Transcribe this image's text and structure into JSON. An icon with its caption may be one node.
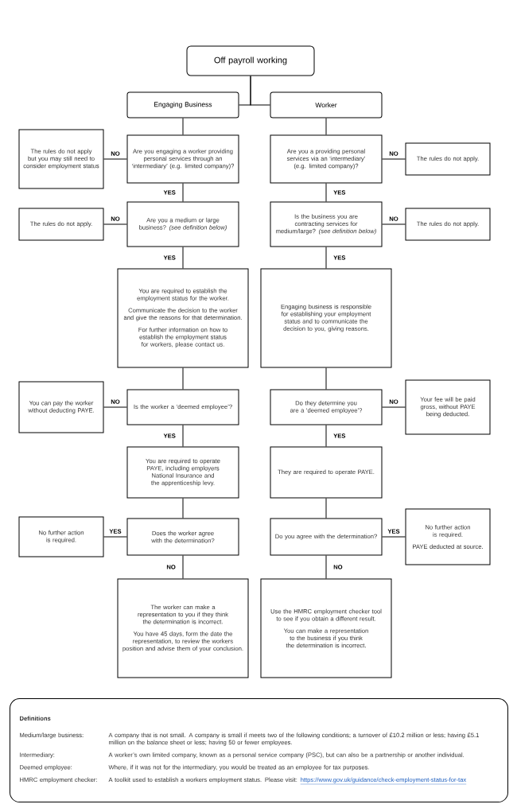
{
  "diagram": {
    "nodes": [
      {
        "text": [
          "Off payroll working"
        ]
      },
      {
        "text": [
          "Engaging Business"
        ]
      },
      {
        "text": [
          "Worker"
        ]
      },
      {
        "text": [
          "The rules do not apply but you may still need to consider employment status"
        ]
      },
      {
        "text": [
          "Are you engaging a worker providing personal services through an ‘intermediary’ (e.g. limited company)?"
        ]
      },
      {
        "text": [
          "Are you a providing personal services via an ‘intermediary’ (e.g. limited company)?"
        ]
      },
      {
        "text": [
          "The rules do not apply."
        ]
      },
      {
        "text": [
          "The rules do not apply."
        ]
      },
      {
        "text": [
          "Are you a medium or large business? *(see definition below)*"
        ]
      },
      {
        "text": [
          "Is the business you are contracting services for medium/large? *(see definition below)*"
        ]
      },
      {
        "text": [
          "The rules do not apply."
        ]
      },
      {
        "text": [
          "You are required to establish the employment status for the worker.",
          "Communicate the decision to the worker and give the reasons for that determination.",
          "For further information on how to establish the employment status for workers, please contact us."
        ]
      },
      {
        "text": [
          "Engaging business is responsible for establishing your employment status and to communicate the decision to you, giving reasons."
        ]
      },
      {
        "text": [
          "You can pay the worker without deducting PAYE."
        ]
      },
      {
        "text": [
          "Is the worker a ‘deemed employee’?"
        ]
      },
      {
        "text": [
          "Do they determine you are a ‘deemed employee’?"
        ]
      },
      {
        "text": [
          "Your fee will be paid gross, without PAYE being deducted."
        ]
      },
      {
        "text": [
          "You are required to operate PAYE, including employers National Insurance and the apprenticeship levy."
        ]
      },
      {
        "text": [
          "They are required to operate PAYE."
        ]
      },
      {
        "text": [
          "No further action is required."
        ]
      },
      {
        "text": [
          "Does the worker agree with the determination?"
        ]
      },
      {
        "text": [
          "Do you agree with the determination?"
        ]
      },
      {
        "text": [
          "No further action is required.",
          "PAYE deducted at source."
        ]
      },
      {
        "text": [
          "The worker can make a representation to you if they think the determination is incorrect.",
          "You have 45 days, form the date the representation, to review the workers position and advise them of your conclusion."
        ]
      },
      {
        "text": [
          "Use the HMRC employment checker tool to see if you obtain a different result.",
          "You can make a representation to the business if you think the determination is incorrect."
        ]
      },
      {
        "text": [
          "Definitions",
          "Medium/large business:",
          "A company that is not small.  A company is small if meets two of the following conditions; a turnover of £10.2 million or less; having £5.1 million on the balance sheet or less; having 50 or fewer employees.",
          "Intermediary:",
          "A worker’s own limited company, known as a personal service company (PSC), but can also be a partnership or another individual.",
          "Deemed employee:",
          "Where, if it was not for the intermediary, you would be treated as an employee for tax purposes.",
          "HMRC employment checker:",
          "A toolkit used to establish a workers employment status.  Please visit:",
          "https://www.gov.uk/guidance/check-employment-status-for-tax"
        ]
      }
    ],
    "edges": [
      {
        "from": 0,
        "to": 1,
        "arrow": "none"
      },
      {
        "from": 0,
        "to": 2,
        "arrow": "none"
      },
      {
        "from": 1,
        "to": 4,
        "arrow": "none"
      },
      {
        "from": 2,
        "to": 5,
        "arrow": "none"
      },
      {
        "from": 4,
        "to": 3,
        "arrow": "none",
        "label": "NO"
      },
      {
        "from": 4,
        "to": 8,
        "arrow": "none",
        "label": "YES"
      },
      {
        "from": 5,
        "to": 6,
        "arrow": "none",
        "label": "NO"
      },
      {
        "from": 5,
        "to": 9,
        "arrow": "none",
        "label": "YES"
      },
      {
        "from": 8,
        "to": 7,
        "arrow": "none",
        "label": "NO"
      },
      {
        "from": 8,
        "to": 11,
        "arrow": "none",
        "label": "YES"
      },
      {
        "from": 9,
        "to": 10,
        "arrow": "none",
        "label": "NO"
      },
      {
        "from": 9,
        "to": 12,
        "arrow": "none",
        "label": "YES"
      },
      {
        "from": 11,
        "to": 14,
        "arrow": "none"
      },
      {
        "from": 12,
        "to": 15,
        "arrow": "none"
      },
      {
        "from": 14,
        "to": 13,
        "arrow": "none",
        "label": "NO"
      },
      {
        "from": 14,
        "to": 17,
        "arrow": "none",
        "label": "YES"
      },
      {
        "from": 15,
        "to": 16,
        "arrow": "none",
        "label": "NO"
      },
      {
        "from": 15,
        "to": 18,
        "arrow": "none",
        "label": "YES"
      },
      {
        "from": 17,
        "to": 20,
        "arrow": "none"
      },
      {
        "from": 18,
        "to": 21,
        "arrow": "none"
      },
      {
        "from": 20,
        "to": 19,
        "arrow": "none",
        "label": "YES"
      },
      {
        "from": 20,
        "to": 23,
        "arrow": "none",
        "label": "NO"
      },
      {
        "from": 21,
        "to": 22,
        "arrow": "none",
        "label": "YES"
      },
      {
        "from": 21,
        "to": 24,
        "arrow": "none",
        "label": "NO"
      }
    ]
  }
}
